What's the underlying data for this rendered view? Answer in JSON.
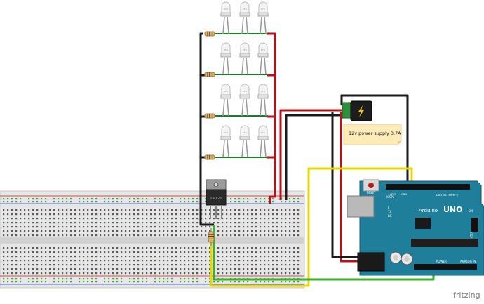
{
  "note_label": "12v power supply 3.7A",
  "led_label": "RFG",
  "led_columns": 3,
  "led_rows": 4,
  "transistor_label": "TIP120",
  "arduino": {
    "board_name": "UNO",
    "brand": "Arduino",
    "reset_label": "RESET",
    "icsp_label": "ICSP",
    "icsp2_label": "ICSP2",
    "tx_label": "TX",
    "rx_label": "RX",
    "l_label": "L",
    "on_label": "ON",
    "digital_label": "DIGITAL (PWM~)",
    "power_label": "POWER",
    "analog_label": "ANALOG IN",
    "aref_label": "AREF",
    "gnd_label": "GND"
  },
  "watermark": "fritzing",
  "colors": {
    "wire_black": "#1a1a1a",
    "wire_red": "#b5121b",
    "wire_yellow": "#e8d400",
    "wire_green": "#3fae2a",
    "arduino_teal": "#1f7f9a",
    "note_fill": "#fdebb8",
    "jack_green": "#2f8f3a",
    "breadboard": "#e6e6e6"
  }
}
